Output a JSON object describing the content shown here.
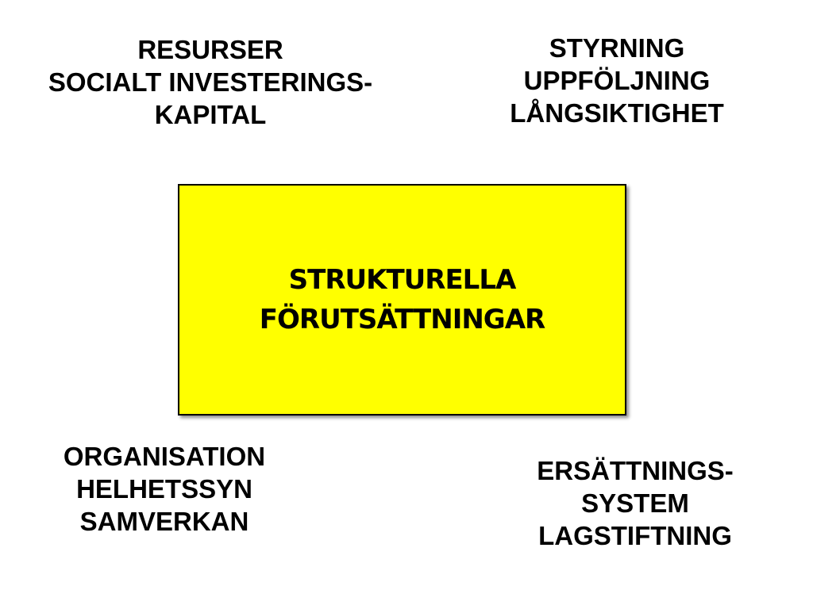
{
  "top_left": {
    "lines": [
      "RESURSER",
      "SOCIALT INVESTERINGS-",
      "KAPITAL"
    ]
  },
  "top_right": {
    "lines": [
      "STYRNING",
      "UPPFÖLJNING",
      "LÅNGSIKTIGHET"
    ]
  },
  "center": {
    "lines": [
      "STRUKTURELLA",
      "FÖRUTSÄTTNINGAR"
    ],
    "fill_color": "#ffff00"
  },
  "bottom_left": {
    "lines": [
      "ORGANISATION",
      "HELHETSSYN",
      "SAMVERKAN"
    ]
  },
  "bottom_right": {
    "lines": [
      "ERSÄTTNINGS-",
      "SYSTEM",
      "LAGSTIFTNING"
    ]
  }
}
